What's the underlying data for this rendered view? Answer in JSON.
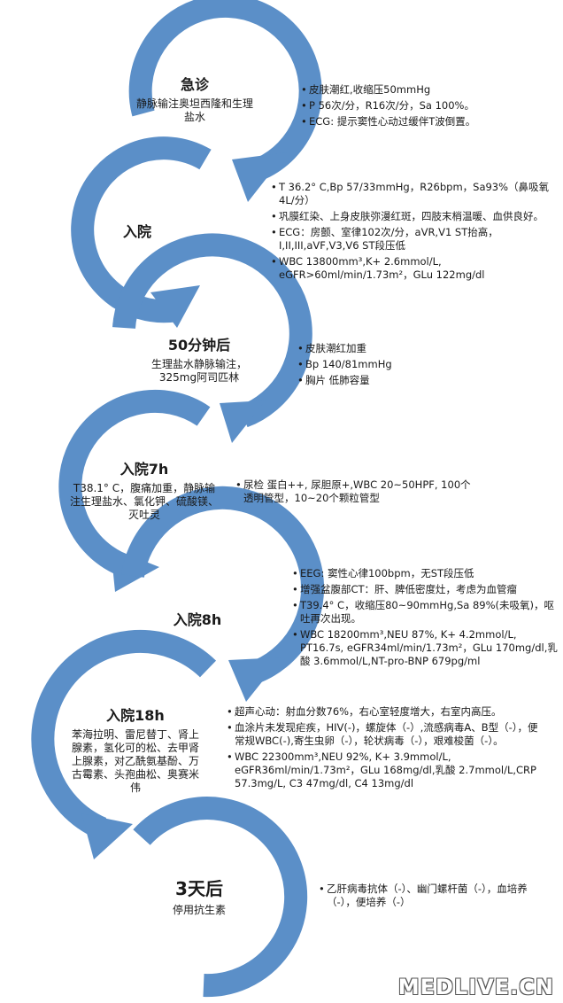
{
  "colors": {
    "arrow": "#5b8fc8",
    "text": "#1a1a1a"
  },
  "stages": [
    {
      "title": "急诊",
      "subtitle": "静脉输注奥坦西隆和生理盐水",
      "notes": [
        "皮肤潮红,收缩压50mmHg",
        "P 56次/分，R16次/分，Sa 100%。",
        "ECG: 提示窦性心动过缓伴T波倒置。"
      ]
    },
    {
      "title": "入院",
      "subtitle": "",
      "notes": [
        "T 36.2° C,Bp 57/33mmHg，R26bpm，Sa93%（鼻吸氧4L/分）",
        "巩膜红染、上身皮肤弥漫红斑，四肢末梢温暖、血供良好。",
        "ECG：房颤、室律102次/分，aVR,V1 ST抬高，I,II,III,aVF,V3,V6 ST段压低",
        "WBC  13800mm³,K+ 2.6mmol/L, eGFR>60ml/min/1.73m²，GLu 122mg/dl"
      ]
    },
    {
      "title": "50分钟后",
      "subtitle": "生理盐水静脉输注，325mg阿司匹林",
      "notes": [
        "皮肤潮红加重",
        "Bp 140/81mmHg",
        "胸片 低肺容量"
      ]
    },
    {
      "title": "入院7h",
      "subtitle": "T38.1° C，腹痛加重，静脉输注生理盐水、氯化钾、硫酸镁、灭吐灵",
      "notes": [
        "尿检  蛋白++, 尿胆原+,WBC 20~50HPF, 100个透明管型，10~20个颗粒管型"
      ]
    },
    {
      "title": "入院8h",
      "subtitle": "",
      "notes": [
        "EEG:   窦性心律100bpm，无ST段压低",
        "增强盆腹部CT：肝、脾低密度灶，考虑为血管瘤",
        "T39.4° C，收缩压80~90mmHg,Sa 89%(未吸氧)，呕吐再次出现。",
        "WBC  18200mm³,NEU 87%, K+ 4.2mmol/L, PT16.7s, eGFR34ml/min/1.73m²，GLu 170mg/dl,乳酸  3.6mmol/L,NT-pro-BNP 679pg/ml"
      ]
    },
    {
      "title": "入院18h",
      "subtitle": "苯海拉明、雷尼替丁、肾上腺素，氢化可的松、去甲肾上腺素，对乙酰氨基酚、万古霉素、头孢曲松、奥赛米伟",
      "notes": [
        "超声心动：射血分数76%，右心室轻度增大，右室内高压。",
        "血涂片未发现疟疾，HIV(-)，螺旋体（-）,流感病毒A、B型（-），便常规WBC(-),寄生虫卵（-），轮状病毒（-），艰难梭菌（-）。",
        "WBC 22300mm³,NEU 92%, K+ 3.9mmol/L, eGFR36ml/min/1.73m²，GLu 168mg/dl,乳酸  2.7mmol/L,CRP 57.3mg/L, C3 47mg/dl, C4 13mg/dl"
      ]
    },
    {
      "title": "3天后",
      "subtitle": "停用抗生素",
      "notes": [
        "乙肝病毒抗体（-）、幽门螺杆菌（-），血培养（-），便培养（-）"
      ]
    }
  ],
  "watermark": "MEDLIVE.CN"
}
